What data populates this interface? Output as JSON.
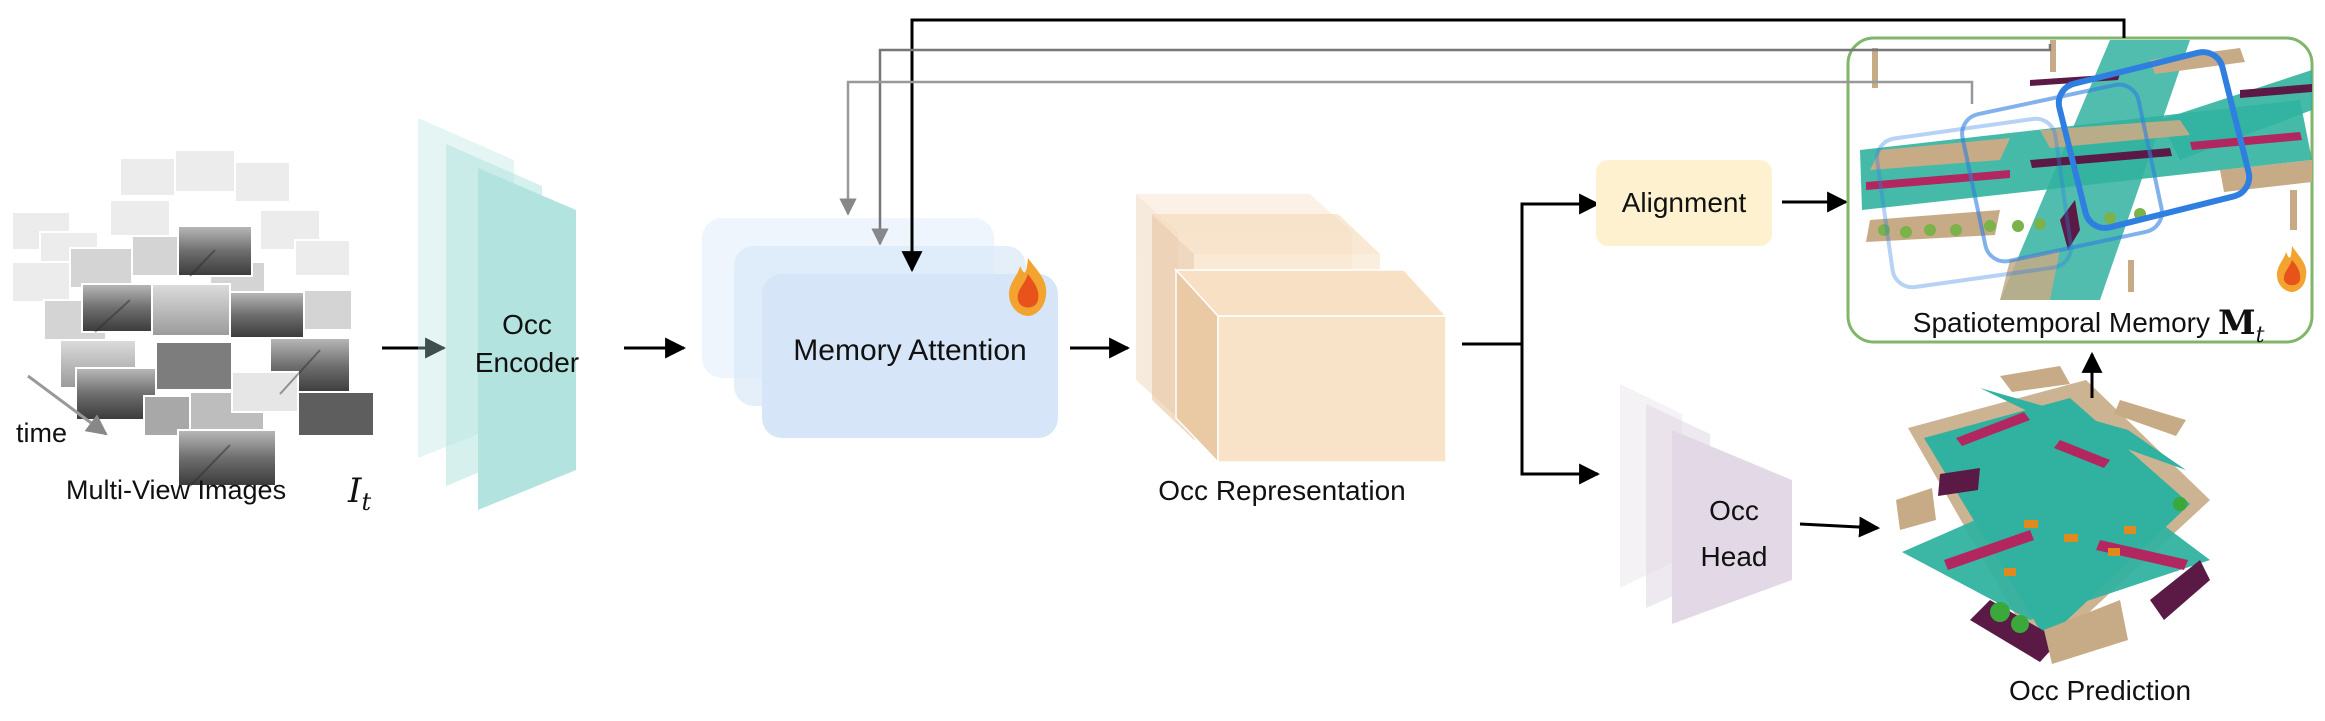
{
  "inputs": {
    "time_label": "time",
    "images_label": "Multi-View Images",
    "images_symbol": "I",
    "images_subscript": "t"
  },
  "encoder": {
    "line1": "Occ",
    "line2": "Encoder"
  },
  "memory_attention": {
    "label": "Memory Attention"
  },
  "representation": {
    "label": "Occ Representation"
  },
  "alignment": {
    "label": "Alignment"
  },
  "memory": {
    "label": "Spatiotemporal Memory",
    "symbol": "M",
    "subscript": "t"
  },
  "head": {
    "line1": "Occ",
    "line2": "Head"
  },
  "prediction": {
    "label": "Occ Prediction"
  },
  "icons": {
    "trainable": "flame-icon"
  },
  "colors": {
    "encoder": "#b3e3df",
    "attention": "#d6e6f8",
    "representation": "#f8e3c9",
    "alignment": "#fdf1cf",
    "head": "#e3d9e6",
    "memory_border": "#7fb66a",
    "voxel_teal": "#31b2a0",
    "voxel_tan": "#c7ab86",
    "voxel_purple": "#5a1a45",
    "voxel_magenta": "#b2275f",
    "window_blue": "#2f7fe0"
  }
}
